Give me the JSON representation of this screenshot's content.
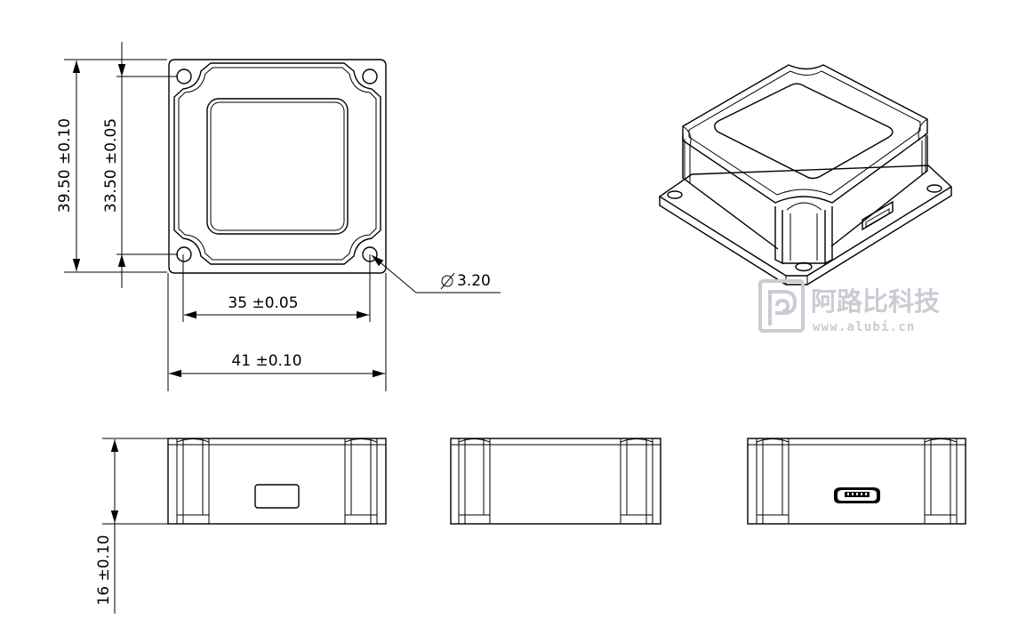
{
  "dimensions": {
    "overall_height": "39.50 ±0.10",
    "hole_pitch_height": "33.50 ±0.05",
    "hole_pitch_width": "35 ±0.05",
    "overall_width": "41 ±0.10",
    "hole_diameter": "3.20",
    "body_height": "16 ±0.10"
  },
  "watermark": {
    "name": "阿路比科技",
    "url": "www.alubi.cn"
  }
}
